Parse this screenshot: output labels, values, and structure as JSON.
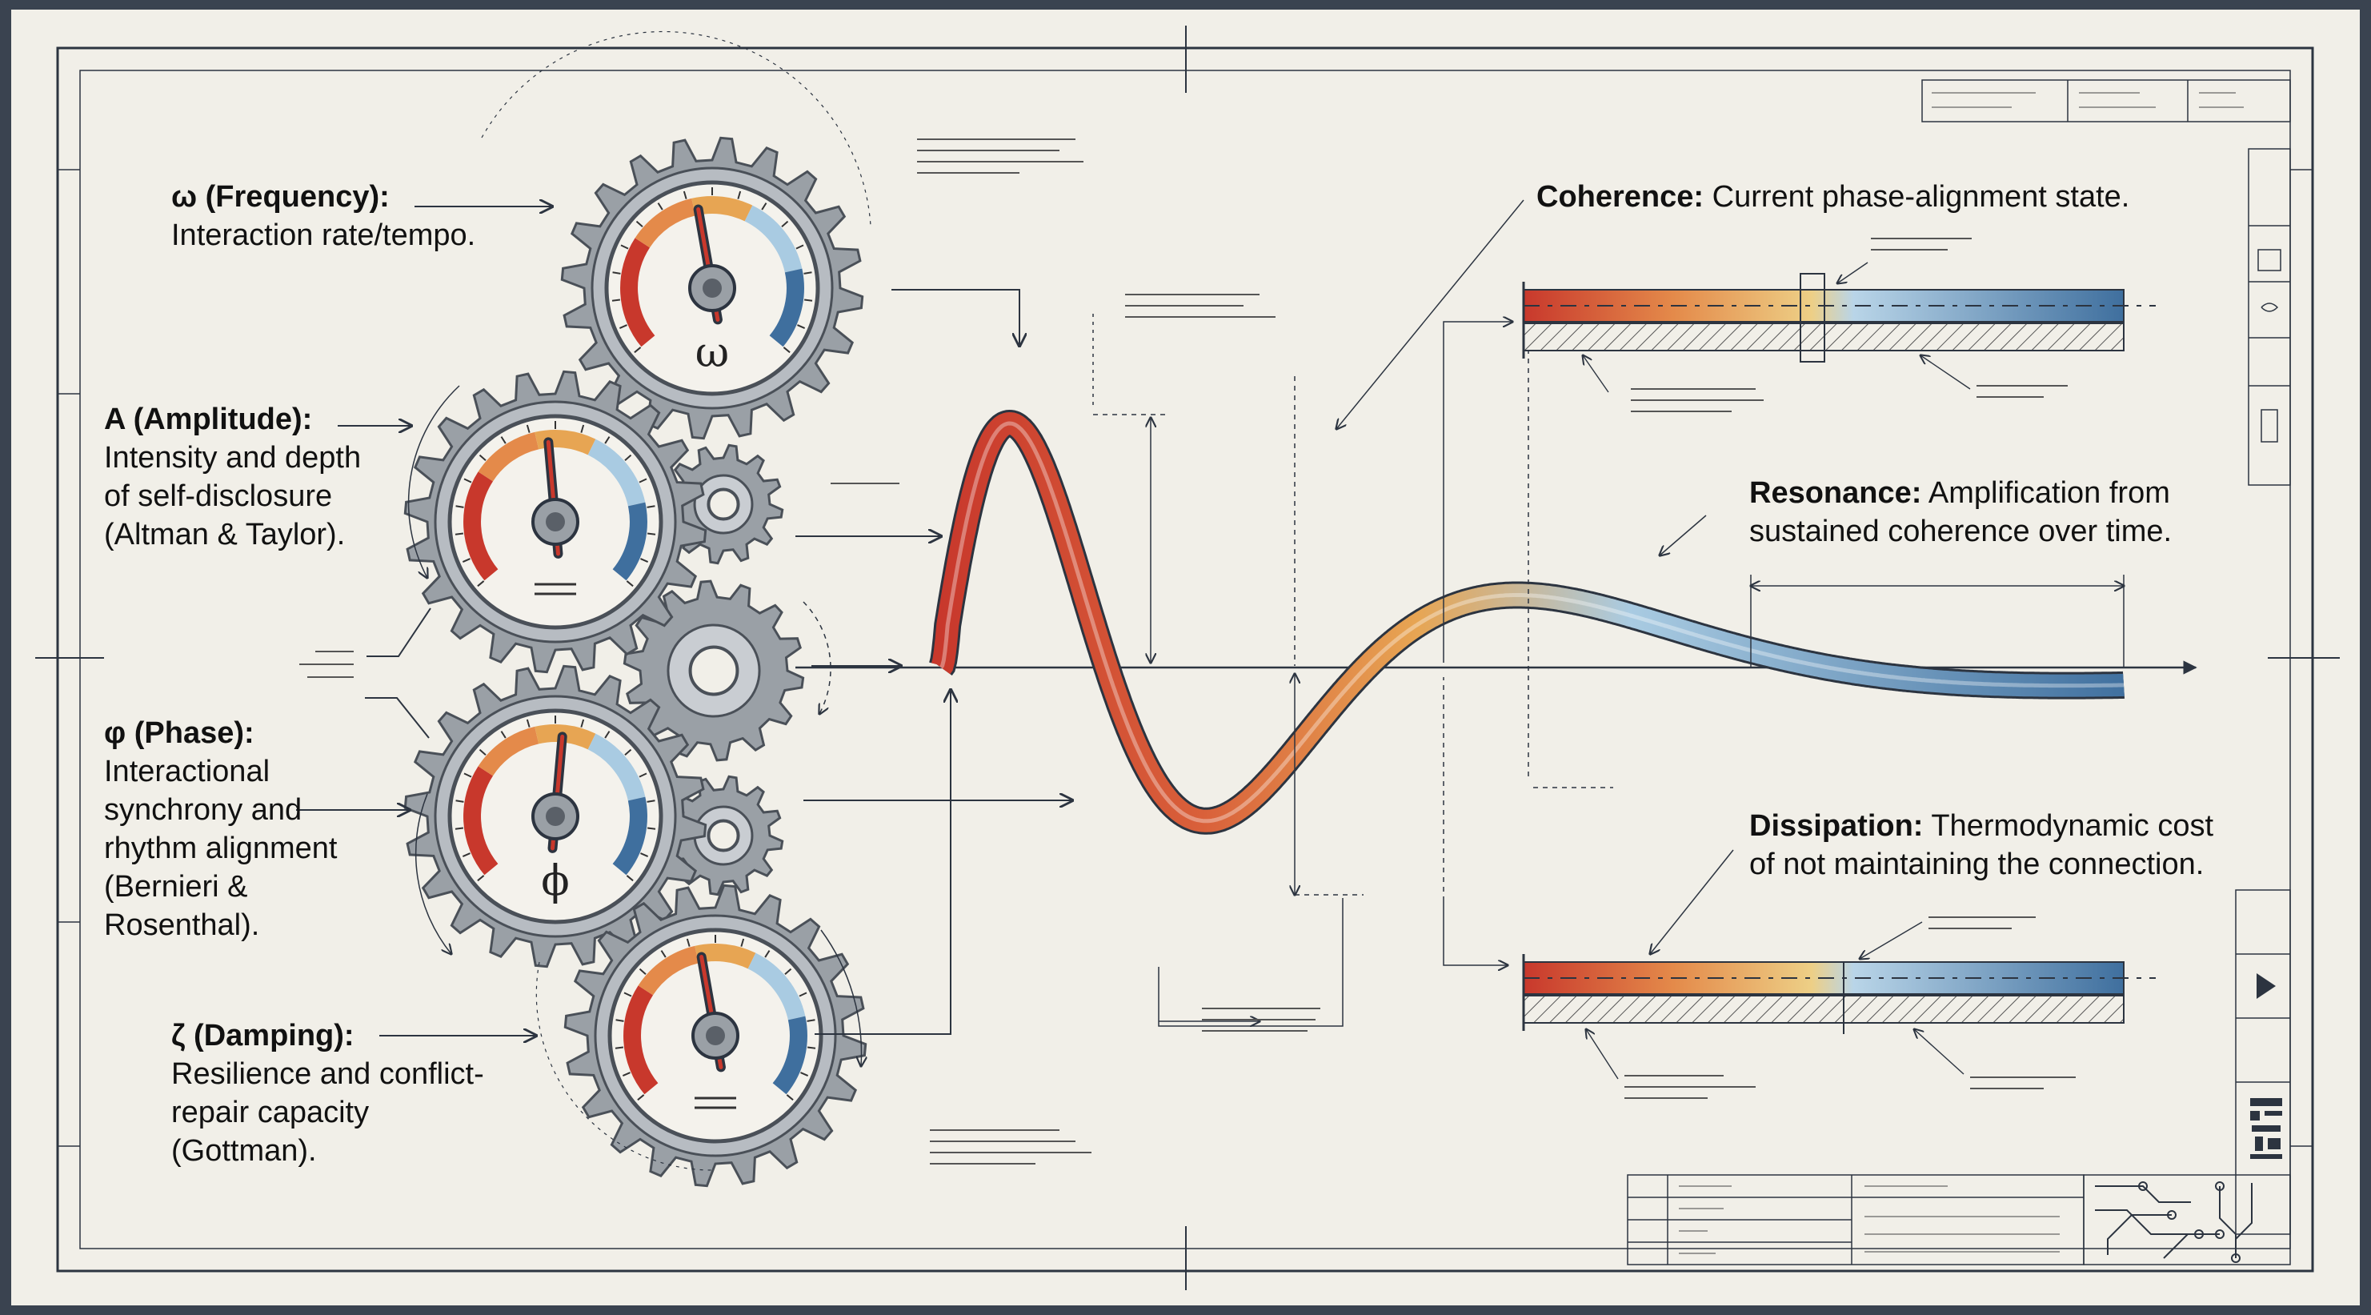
{
  "parameters": [
    {
      "id": "frequency",
      "title": "ω (Frequency):",
      "lines": [
        "Interaction rate/tempo."
      ],
      "gauge_symbol": "ω"
    },
    {
      "id": "amplitude",
      "title": "A (Amplitude):",
      "lines": [
        "Intensity and depth",
        "of self-disclosure",
        "(Altman & Taylor)."
      ],
      "gauge_symbol": ""
    },
    {
      "id": "phase",
      "title": "φ (Phase):",
      "lines": [
        "Interactional",
        "synchrony and",
        "rhythm alignment",
        "(Bernieri &",
        "Rosenthal)."
      ],
      "gauge_symbol": "ϕ"
    },
    {
      "id": "damping",
      "title": "ζ (Damping):",
      "lines": [
        "Resilience and conflict-",
        "repair capacity",
        "(Gottman)."
      ],
      "gauge_symbol": ""
    }
  ],
  "wave_labels": [
    {
      "id": "coherence",
      "title": "Coherence:",
      "lines": [
        "Current phase-alignment state."
      ]
    },
    {
      "id": "resonance",
      "title": "Resonance:",
      "lines": [
        "Amplification from",
        "sustained coherence over time."
      ]
    },
    {
      "id": "dissipation",
      "title": "Dissipation:",
      "lines": [
        "Thermodynamic cost",
        "of not maintaining the connection."
      ]
    }
  ],
  "colors": {
    "wave_start": "#c8382c",
    "wave_mid": "#e7a553",
    "wave_light": "#a9cbe2",
    "wave_end": "#3f6f9e",
    "gear": "#9aa0a6",
    "gear_dark": "#4a5058",
    "line": "#2c3440",
    "paper": "#f1efe8"
  },
  "icons": [
    "gear-icon",
    "gauge-icon",
    "play-icon",
    "qr-code-icon",
    "circuit-icon"
  ]
}
